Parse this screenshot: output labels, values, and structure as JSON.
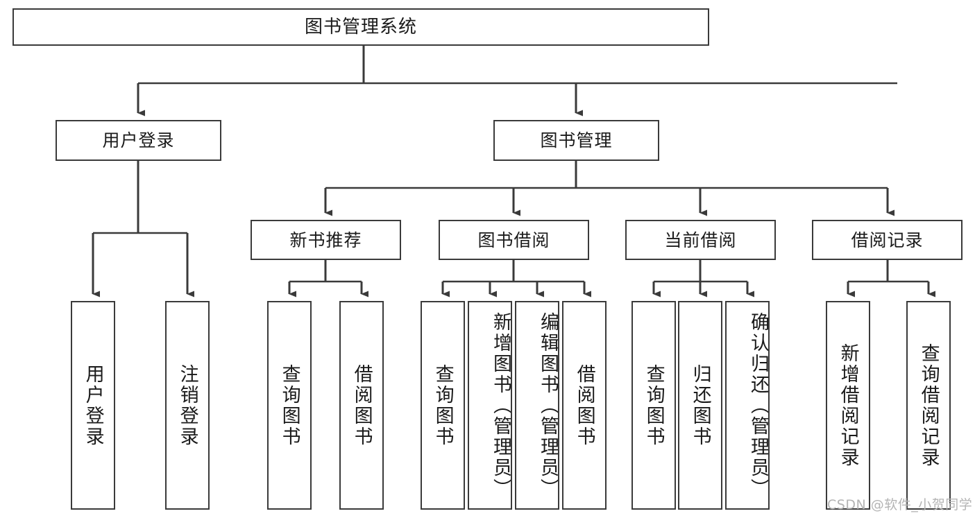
{
  "diagram": {
    "title": "图书管理系统",
    "type": "tree-hierarchy-diagram",
    "colors": {
      "box_border": "#3a3a3a",
      "box_fill": "#ffffff",
      "connector": "#3a3a3a",
      "text": "#1a1a1a",
      "watermark": "#b4b4b4",
      "background": "#ffffff"
    },
    "root": {
      "label": "图书管理系统"
    },
    "level2": [
      {
        "label": "用户登录"
      },
      {
        "label": "图书管理"
      }
    ],
    "level3": [
      {
        "label": "新书推荐"
      },
      {
        "label": "图书借阅"
      },
      {
        "label": "当前借阅"
      },
      {
        "label": "借阅记录"
      }
    ],
    "leaves": {
      "user_login": [
        {
          "label": "用户登录"
        },
        {
          "label": "注销登录"
        }
      ],
      "new_book_recommend": [
        {
          "label": "查询图书"
        },
        {
          "label": "借阅图书"
        }
      ],
      "book_borrow": [
        {
          "label": "查询图书"
        },
        {
          "label": "新增图书（管理员）"
        },
        {
          "label": "编辑图书（管理员）"
        },
        {
          "label": "借阅图书"
        }
      ],
      "current_borrow": [
        {
          "label": "查询图书"
        },
        {
          "label": "归还图书"
        },
        {
          "label": "确认归还（管理员）"
        }
      ],
      "borrow_record": [
        {
          "label": "新增借阅记录"
        },
        {
          "label": "查询借阅记录"
        }
      ]
    }
  },
  "watermark": {
    "text": "CSDN @软件_小贺同学"
  }
}
